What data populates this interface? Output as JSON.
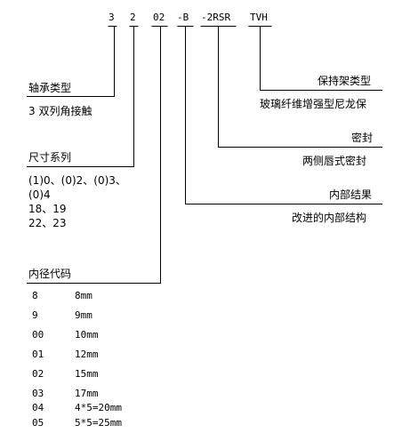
{
  "code_parts": [
    "3",
    "2",
    "02",
    "-B",
    "-2RSR",
    "TVH"
  ],
  "sections": {
    "contact_angle": {
      "title": "轴承类型",
      "lines": [
        "3 双列角接触"
      ]
    },
    "dimension_series": {
      "title": "尺寸系列",
      "lines": [
        "(1)0、(0)2、(0)3、",
        "(0)4",
        "18、19",
        "22、23"
      ]
    },
    "bore_code": {
      "title": "内径代码",
      "rows": [
        {
          "code": "8",
          "size": "8mm"
        },
        {
          "code": "9",
          "size": "9mm"
        },
        {
          "code": "00",
          "size": "10mm"
        },
        {
          "code": "01",
          "size": "12mm"
        },
        {
          "code": "02",
          "size": "15mm"
        },
        {
          "code": "03",
          "size": "17mm"
        },
        {
          "code": "04",
          "size": "4*5=20mm"
        },
        {
          "code": "05",
          "size": "5*5=25mm"
        }
      ]
    },
    "cage_type": {
      "title": "保持架类型",
      "desc": "玻璃纤维增强型尼龙保"
    },
    "seal": {
      "title": "密封",
      "desc": "两侧唇式密封"
    },
    "internal_structure": {
      "title": "内部结果",
      "desc": "改进的内部结构"
    }
  },
  "colors": {
    "text": "#000000",
    "line": "#000000",
    "background": "#ffffff"
  }
}
